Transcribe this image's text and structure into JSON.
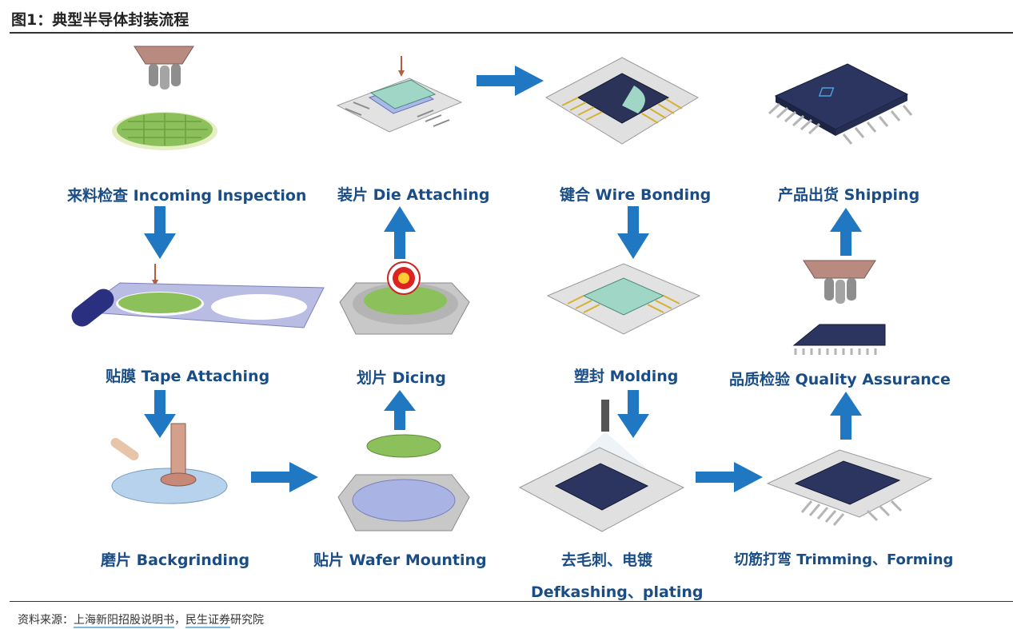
{
  "figure": {
    "title": "图1：典型半导体封装流程",
    "source_prefix": "资料来源：",
    "source_link1": "上海新阳招股说明书",
    "source_sep": "，",
    "source_link2": "民生证券",
    "source_suffix": "研究院"
  },
  "steps": {
    "incoming_inspection": "来料检查 Incoming Inspection",
    "tape_attaching": "贴膜 Tape Attaching",
    "backgrinding": "磨片 Backgrinding",
    "wafer_mounting": "贴片 Wafer Mounting",
    "dicing": "划片 Dicing",
    "die_attaching": "装片 Die Attaching",
    "wire_bonding": "键合 Wire Bonding",
    "molding": "塑封 Molding",
    "deflashing_cn": "去毛刺、电镀",
    "deflashing_en": "Defkashing、plating",
    "trimming_forming": "切筋打弯 Trimming、Forming",
    "quality_assurance": "品质检验 Quality Assurance",
    "shipping": "产品出货 Shipping"
  },
  "colors": {
    "accent": "#1f78c1",
    "label": "#1a4d85"
  }
}
